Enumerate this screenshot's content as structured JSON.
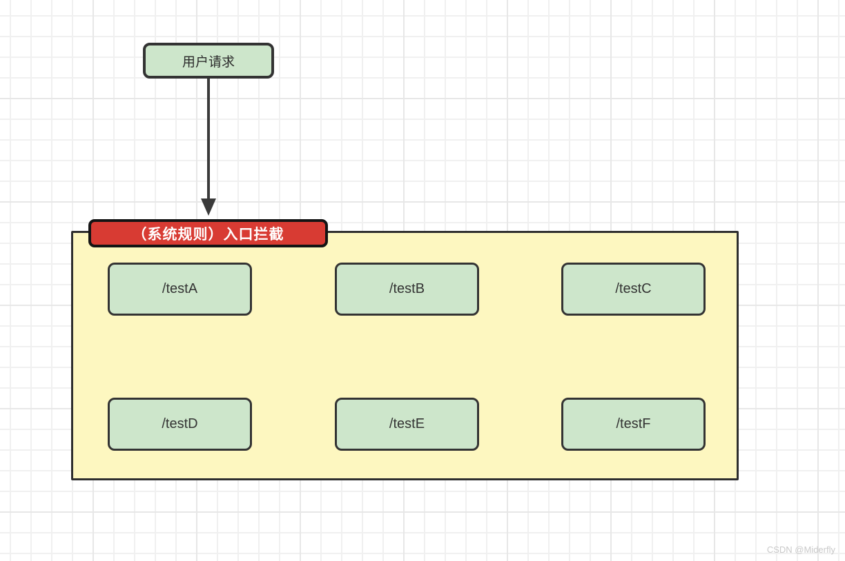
{
  "diagram": {
    "user_request": {
      "label": "用户请求"
    },
    "interceptor": {
      "label": "（系统规则）入口拦截"
    },
    "endpoints": [
      {
        "label": "/testA"
      },
      {
        "label": "/testB"
      },
      {
        "label": "/testC"
      },
      {
        "label": "/testD"
      },
      {
        "label": "/testE"
      },
      {
        "label": "/testF"
      }
    ]
  },
  "watermark": "CSDN @Miderfly",
  "colors": {
    "node_green": "#cde6cb",
    "container_yellow": "#fdf7c0",
    "interceptor_red": "#d83b33",
    "border_dark": "#333333",
    "arrow": "#3a3a3a",
    "grid_line": "#ececec",
    "watermark_gray": "#c9c9c9"
  }
}
